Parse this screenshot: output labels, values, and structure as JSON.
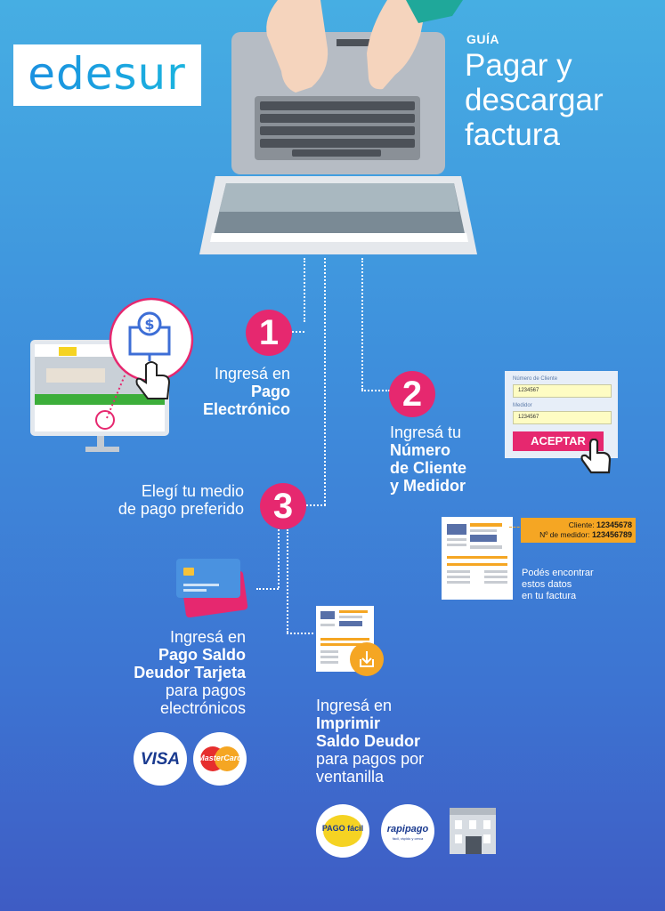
{
  "brand": {
    "logo_text": "edesur"
  },
  "header": {
    "guide_label": "GUÍA",
    "title_line1": "Pagar y",
    "title_line2": "descargar",
    "title_line3": "factura"
  },
  "steps": [
    {
      "number": "1",
      "line1": "Ingresá en",
      "bold1": "Pago",
      "bold2": "Electrónico"
    },
    {
      "number": "2",
      "line1": "Ingresá tu",
      "bold1": "Número",
      "bold2": "de Cliente",
      "bold3": "y Medidor"
    },
    {
      "number": "3",
      "line1": "Elegí tu medio",
      "line2": "de pago preferido"
    }
  ],
  "form": {
    "client_label": "Número de Cliente",
    "client_value": "1234567",
    "meter_label": "Medidor",
    "meter_value": "1234567",
    "accept_label": "ACEPTAR"
  },
  "invoice": {
    "client_label": "Cliente:",
    "client_value": "12345678",
    "meter_label": "Nº de medidor:",
    "meter_value": "123456789",
    "note_line1": "Podés encontrar",
    "note_line2": "estos datos",
    "note_line3": "en tu factura"
  },
  "card_option": {
    "line1": "Ingresá en",
    "bold1": "Pago Saldo",
    "bold2": "Deudor Tarjeta",
    "line2": "para pagos",
    "line3": "electrónicos",
    "visa": "VISA",
    "mastercard": "MasterCard"
  },
  "print_option": {
    "line1": "Ingresá en",
    "bold1": "Imprimir",
    "bold2": "Saldo Deudor",
    "line2": "para pagos por",
    "line3": "ventanilla",
    "pago_facil": "PAGO fácil",
    "rapipago": "rapipago",
    "rapipago_sub": "fácil, rápido y cerca"
  },
  "colors": {
    "accent_pink": "#e6286f",
    "accent_orange": "#f5a623",
    "brand_blue": "#1aa3e0"
  }
}
